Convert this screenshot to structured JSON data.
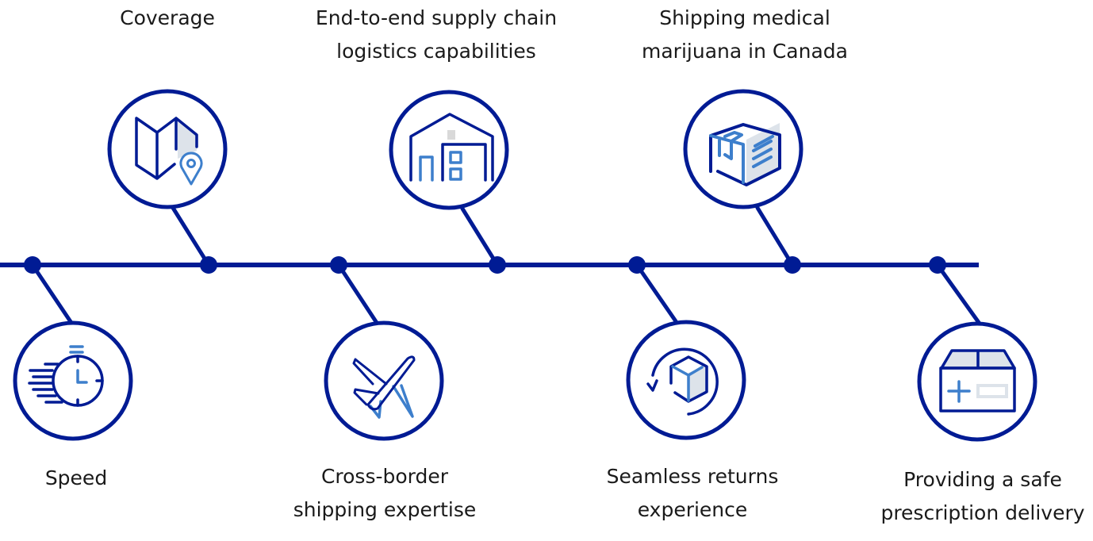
{
  "colors": {
    "primary": "#001b94",
    "accent": "#3d7fcc",
    "fill": "#dde3ea",
    "text": "#1a1a1a"
  },
  "milestones": [
    {
      "icon": "stopwatch-icon",
      "lines": [
        "Speed"
      ]
    },
    {
      "icon": "map-pin-icon",
      "lines": [
        "Coverage"
      ]
    },
    {
      "icon": "airplane-icon",
      "lines": [
        "Cross-border",
        "shipping expertise"
      ]
    },
    {
      "icon": "warehouse-icon",
      "lines": [
        "End-to-end supply chain",
        "logistics capabilities"
      ]
    },
    {
      "icon": "returns-box-icon",
      "lines": [
        "Seamless returns",
        "experience"
      ]
    },
    {
      "icon": "package-icon",
      "lines": [
        "Shipping medical",
        "marijuana in Canada"
      ]
    },
    {
      "icon": "medical-box-icon",
      "lines": [
        "Providing a safe",
        "prescription delivery"
      ]
    }
  ]
}
